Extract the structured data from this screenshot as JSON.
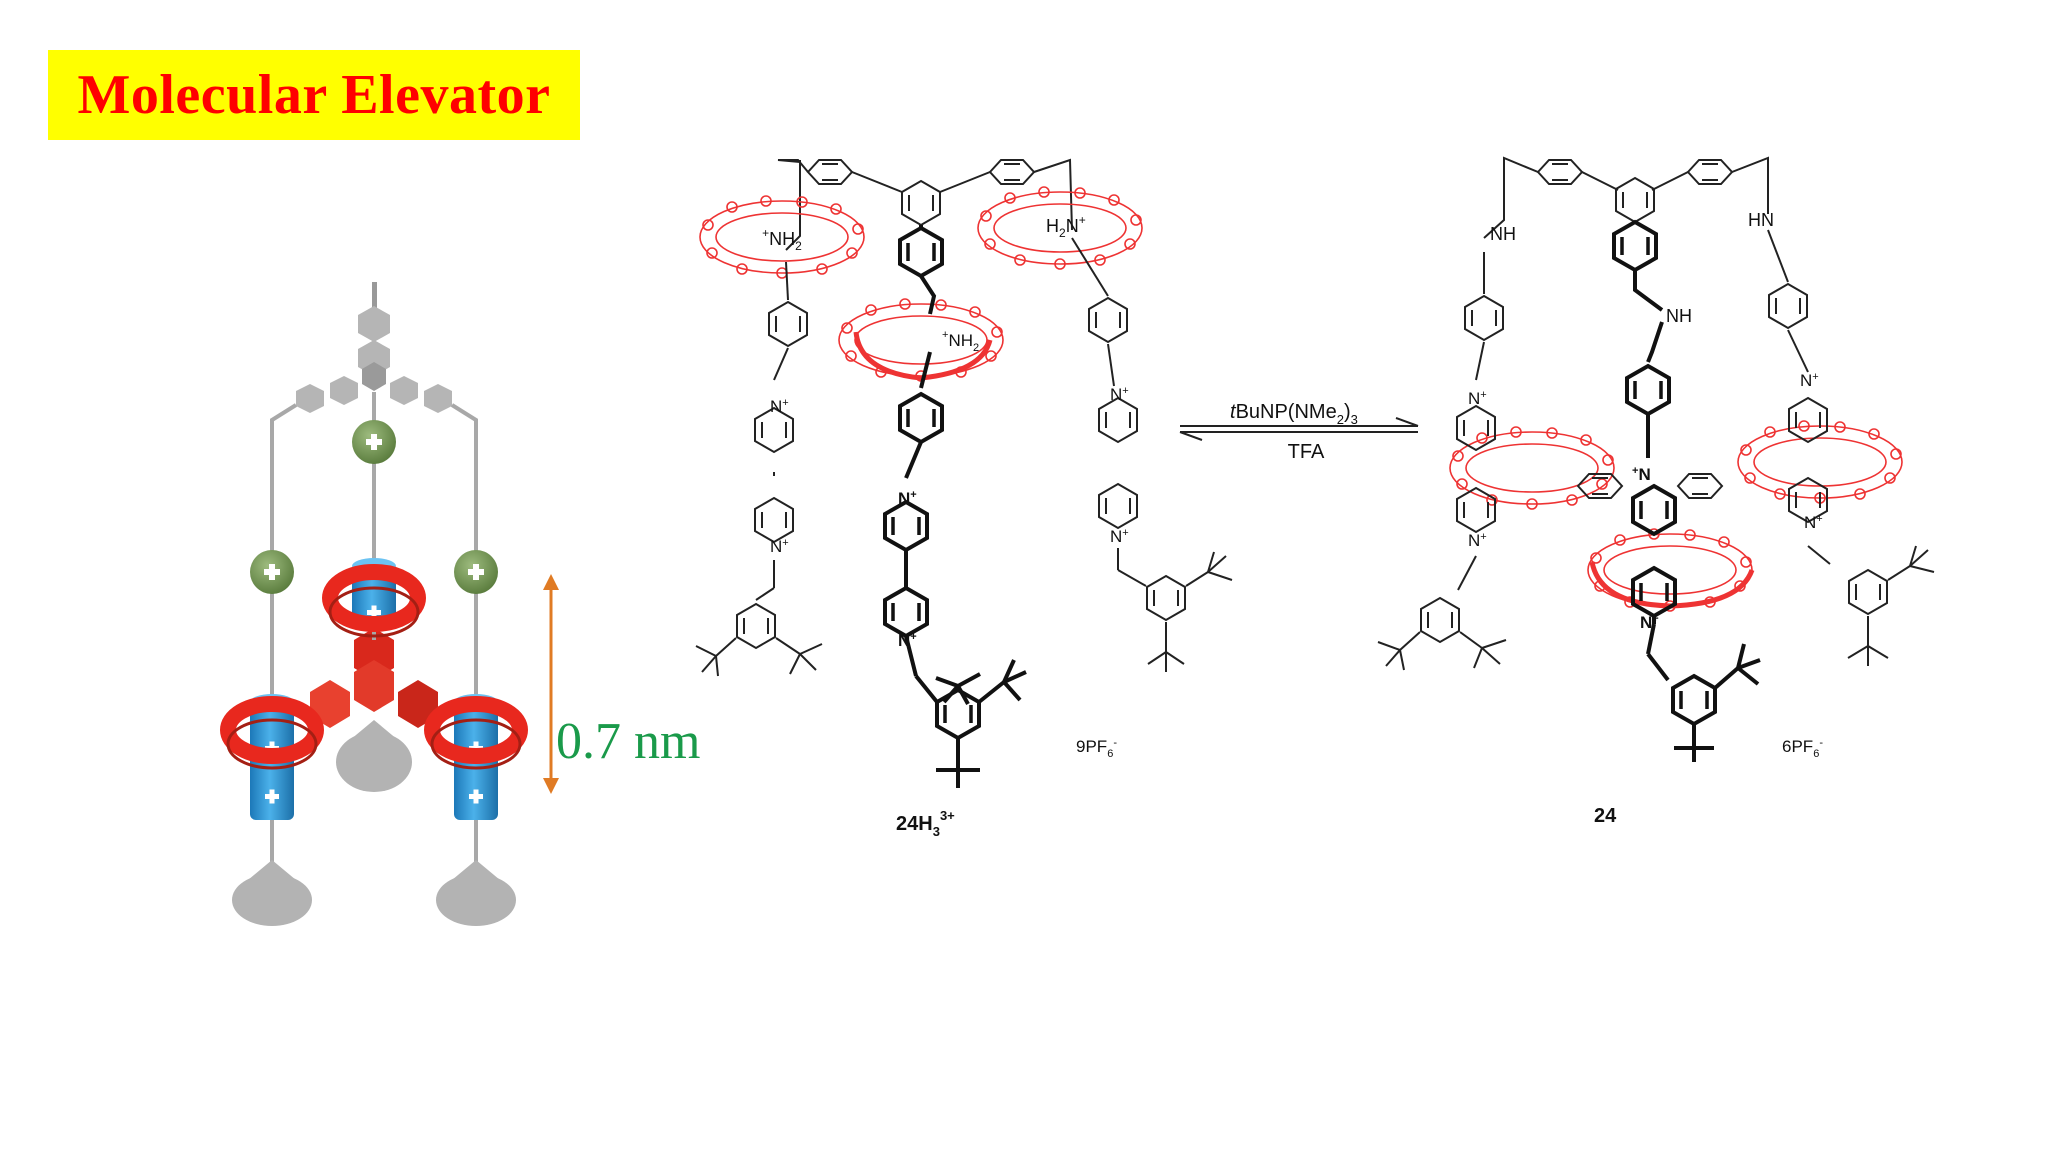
{
  "slide": {
    "title": "Molecular Elevator",
    "title_bg": "#ffff00",
    "title_color": "#ff0000"
  },
  "cartoon": {
    "distance_label": "0.7 nm",
    "distance_color": "#1a9a4a",
    "arrow_color": "#e07b24",
    "ring_color": "#e8281e",
    "rod_color": "#2a8fd0",
    "ammonium_color": "#6b8f4e",
    "frame_color": "#a8a8a8"
  },
  "scheme": {
    "left_compound": {
      "label_main": "24H",
      "label_sub": "3",
      "label_sup": "3+",
      "counterion": "9PF",
      "counterion_sub": "6",
      "counterion_sup": "-",
      "atom_nh2_left": "NH",
      "atom_nh2_left_sub": "2",
      "atom_nh2_center": "NH",
      "atom_nh2_center_sub": "2",
      "atom_h2n_right": "H",
      "atom_h2n_right_sub": "2",
      "atom_h2n_right_n": "N",
      "atom_n": "N",
      "plus": "+"
    },
    "right_compound": {
      "label": "24",
      "counterion": "6PF",
      "counterion_sub": "6",
      "counterion_sup": "-",
      "atom_nh": "NH",
      "atom_hn": "HN",
      "atom_n": "N",
      "plus": "+"
    },
    "reaction": {
      "reagent_italic": "t",
      "reagent_rest": "BuNP(NMe",
      "reagent_sub2": "2",
      "reagent_close": ")",
      "reagent_sub3": "3",
      "reverse_reagent": "TFA"
    }
  }
}
